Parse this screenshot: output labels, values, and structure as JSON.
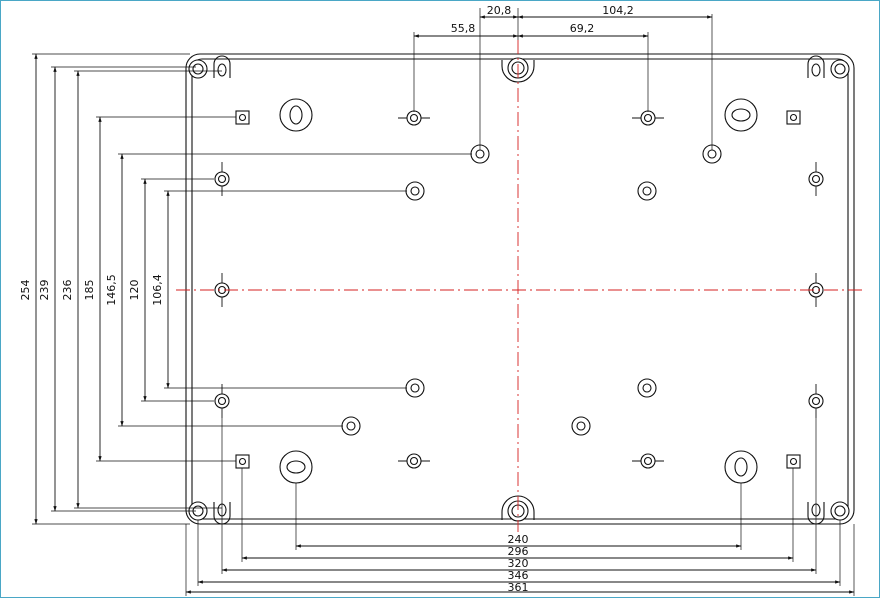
{
  "diagram": {
    "top_dims": [
      "20,8",
      "104,2",
      "55,8",
      "69,2"
    ],
    "left_dims": [
      "254",
      "239",
      "236",
      "185",
      "146,5",
      "120",
      "106,4"
    ],
    "bottom_dims": [
      "240",
      "296",
      "320",
      "346",
      "361"
    ]
  },
  "colors": {
    "centerline": "#d42020",
    "lines": "#111111",
    "frame": "#4aa7c6"
  }
}
